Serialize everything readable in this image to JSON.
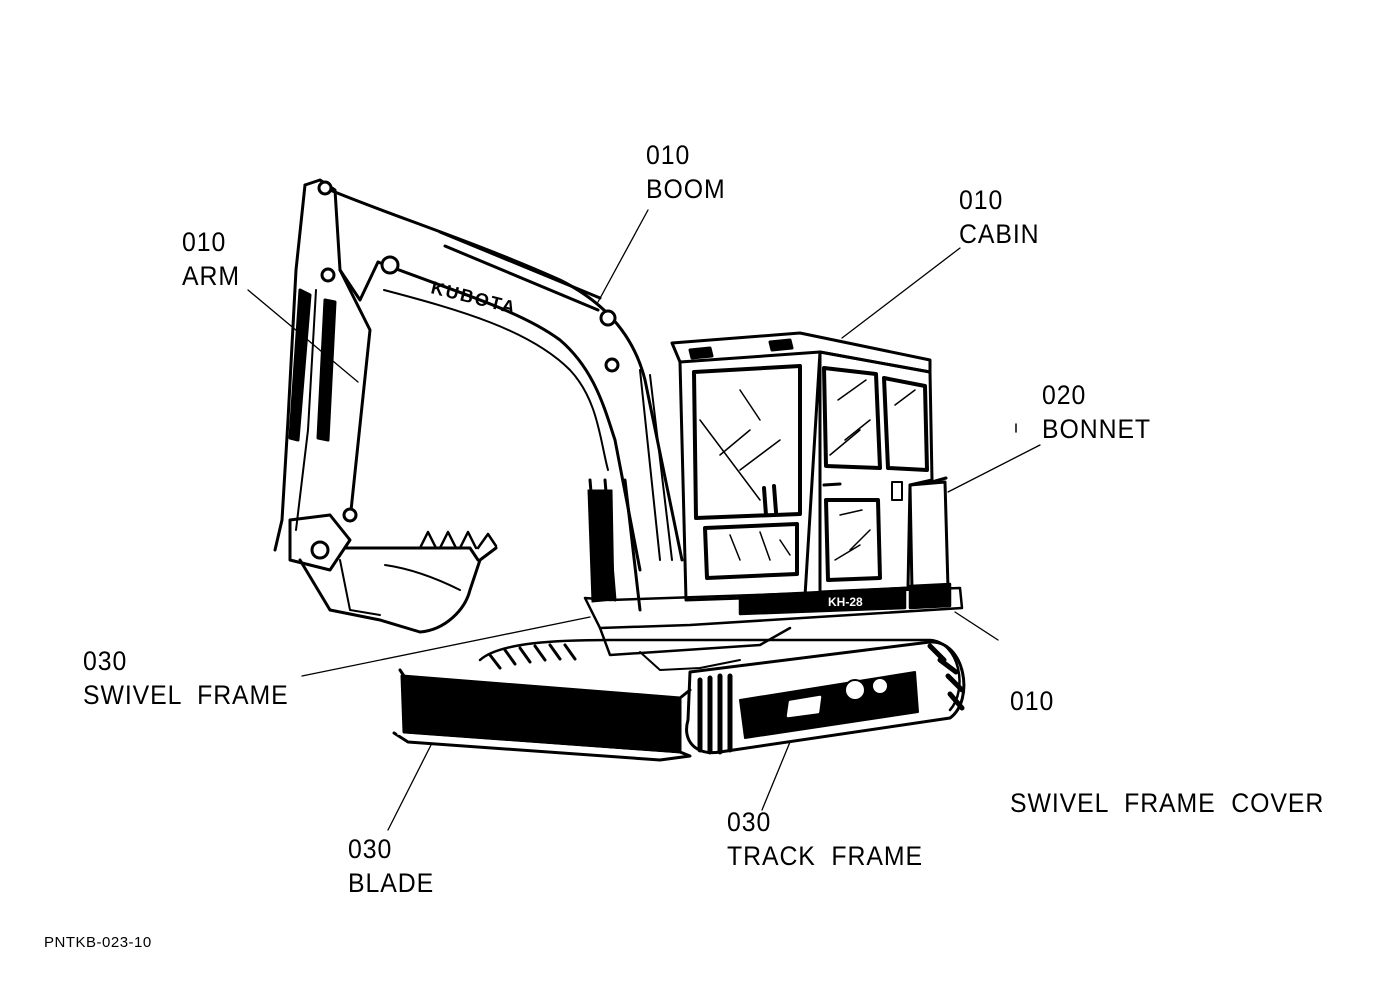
{
  "diagram": {
    "callouts": [
      {
        "id": "arm",
        "code": "010",
        "name": "ARM"
      },
      {
        "id": "boom",
        "code": "010",
        "name": "BOOM"
      },
      {
        "id": "cabin",
        "code": "010",
        "name": "CABIN"
      },
      {
        "id": "bonnet",
        "code": "020",
        "name": "BONNET"
      },
      {
        "id": "swivel-frame-cover",
        "code": "010",
        "name": "SWIVEL  FRAME  COVER"
      },
      {
        "id": "swivel-frame",
        "code": "030",
        "name": "SWIVEL  FRAME"
      },
      {
        "id": "blade",
        "code": "030",
        "name": "BLADE"
      },
      {
        "id": "track-frame",
        "code": "030",
        "name": "TRACK  FRAME"
      }
    ],
    "machine_markings": {
      "boom_brand": "KUBOTA",
      "model_plate": "KH-28"
    }
  },
  "footer": {
    "drawing_code": "PNTKB-023-10"
  }
}
